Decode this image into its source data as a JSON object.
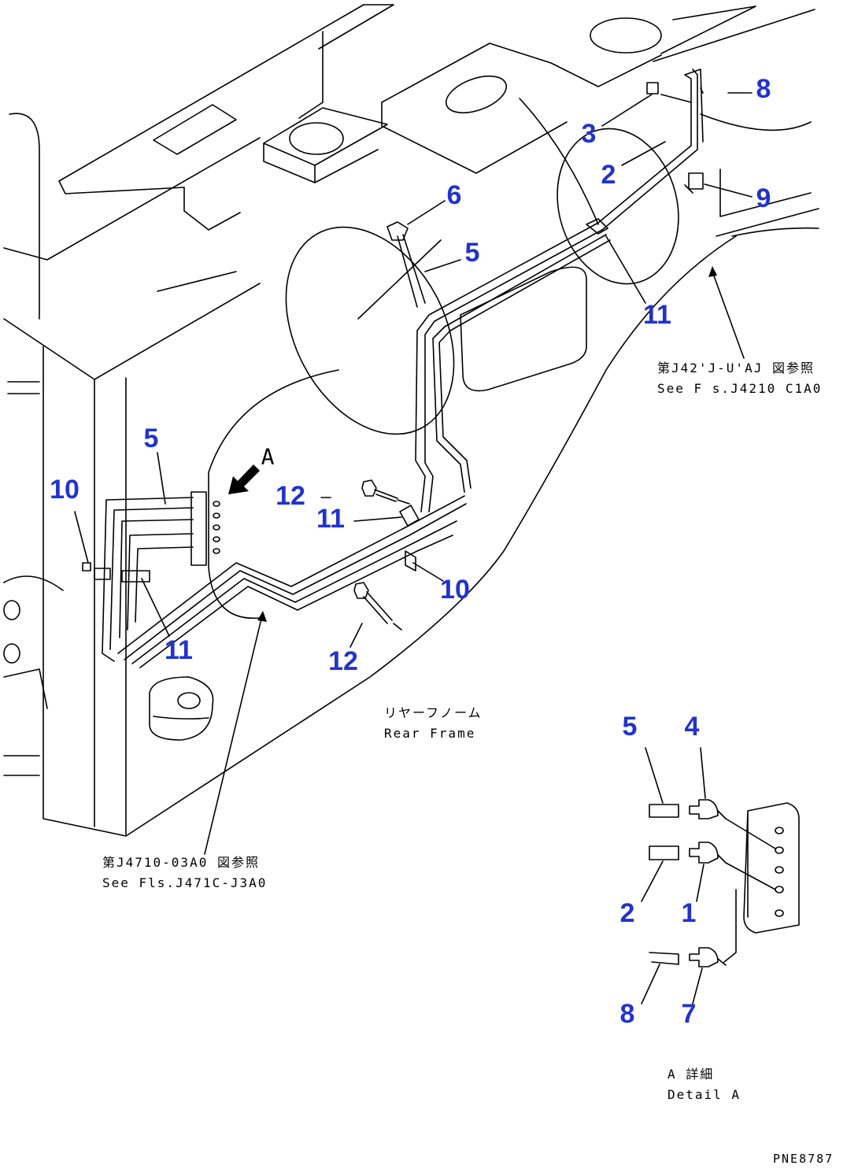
{
  "callouts": [
    "8",
    "3",
    "2",
    "9",
    "6",
    "5",
    "11",
    "5",
    "10",
    "12",
    "11",
    "10",
    "11",
    "12",
    "5",
    "4",
    "2",
    "1",
    "8",
    "7"
  ],
  "view_arrow": "A",
  "notes": {
    "ref_top": {
      "jp": "第J42'J-U'AJ 図参照",
      "en": "See F s.J4210 C1A0"
    },
    "rear_frame": {
      "jp": "リヤーフノーム",
      "en": "Rear Frame"
    },
    "ref_bottom": {
      "jp": "第J4710-03A0 図参照",
      "en": "See Fls.J471C-J3A0"
    },
    "detail": {
      "jp": "A 詳細",
      "en": "Detail A"
    }
  },
  "drawing_code": "PNE8787",
  "colors": {
    "callout": "#2233cc",
    "line": "#000000",
    "background": "#ffffff"
  }
}
